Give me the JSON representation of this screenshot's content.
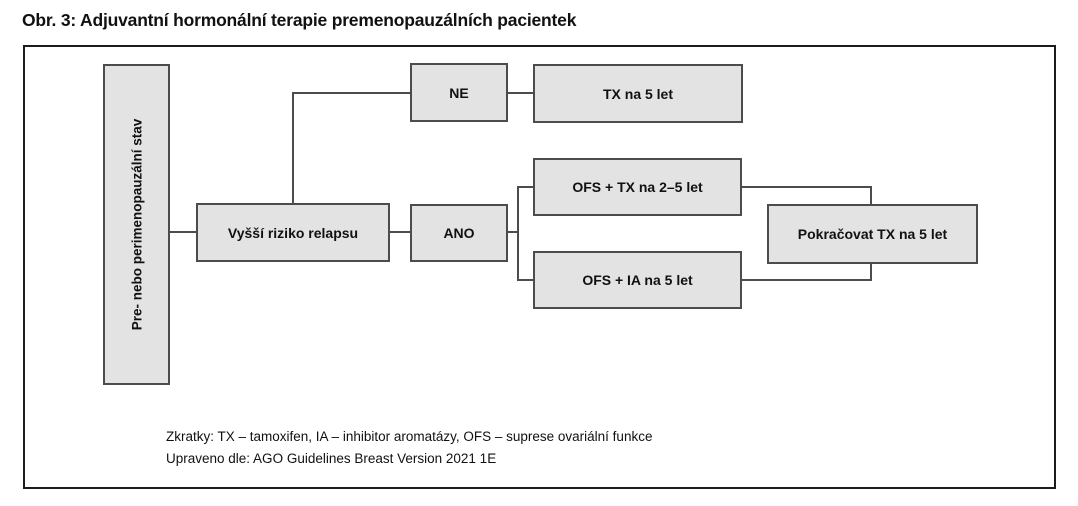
{
  "page_title": "Obr. 3: Adjuvantní hormonální terapie premenopauzálních pacientek",
  "diagram": {
    "nodes": {
      "state": "Pre- nebo perimenopauzální stav",
      "risk": "Vyšší riziko relapsu",
      "no": "NE",
      "no_outcome": "TX na 5 let",
      "yes": "ANO",
      "yes_option_1": "OFS + TX na 2–5 let",
      "yes_option_2": "OFS + IA na 5 let",
      "continue": "Pokračovat TX na 5 let"
    },
    "footer": {
      "line1": "Zkratky: TX – tamoxifen, IA – inhibitor aromatázy, OFS – suprese ovariální funkce",
      "line2": "Upraveno dle: AGO Guidelines Breast Version 2021 1E"
    }
  },
  "colors": {
    "box_fill": "#e3e3e3",
    "box_border": "#4c4c4c",
    "line": "#4c4c4c",
    "frame_border": "#1c1c1c",
    "text": "#111111"
  }
}
